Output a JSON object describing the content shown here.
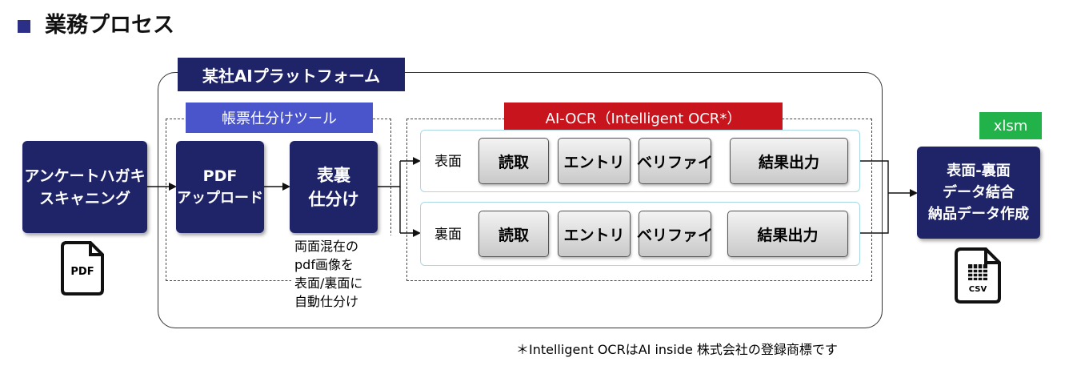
{
  "title": "業務プロセス",
  "platform": {
    "label": "某社AIプラットフォーム"
  },
  "steps": {
    "scan_line1": "アンケートハガキ",
    "scan_line2": "スキャニング",
    "pdf_line1": "PDF",
    "pdf_line2": "アップロード",
    "sort_line1": "表裏",
    "sort_line2": "仕分け",
    "merge_line1": "表面-裏面",
    "merge_line2": "データ結合",
    "merge_line3": "納品データ作成"
  },
  "tool": {
    "label": "帳票仕分けツール",
    "note": [
      "両面混在の",
      "pdf画像を",
      "表面/裏面に",
      "自動仕分け"
    ]
  },
  "ocr": {
    "label": "AI-OCR（Intelligent OCR*）",
    "rows": [
      {
        "label": "表面",
        "steps": [
          "読取",
          "エントリ",
          "ベリファイ",
          "結果出力"
        ]
      },
      {
        "label": "裏面",
        "steps": [
          "読取",
          "エントリ",
          "ベリファイ",
          "結果出力"
        ]
      }
    ]
  },
  "icons": {
    "pdf_label": "PDF",
    "csv_label": "CSV"
  },
  "output_format": "xlsm",
  "footnote": "＊Intelligent OCRはAI inside 株式会社の登録商標です",
  "colors": {
    "navy": "#1f2367",
    "blue": "#4a55cc",
    "red": "#c8141c",
    "green": "#21b34a"
  }
}
